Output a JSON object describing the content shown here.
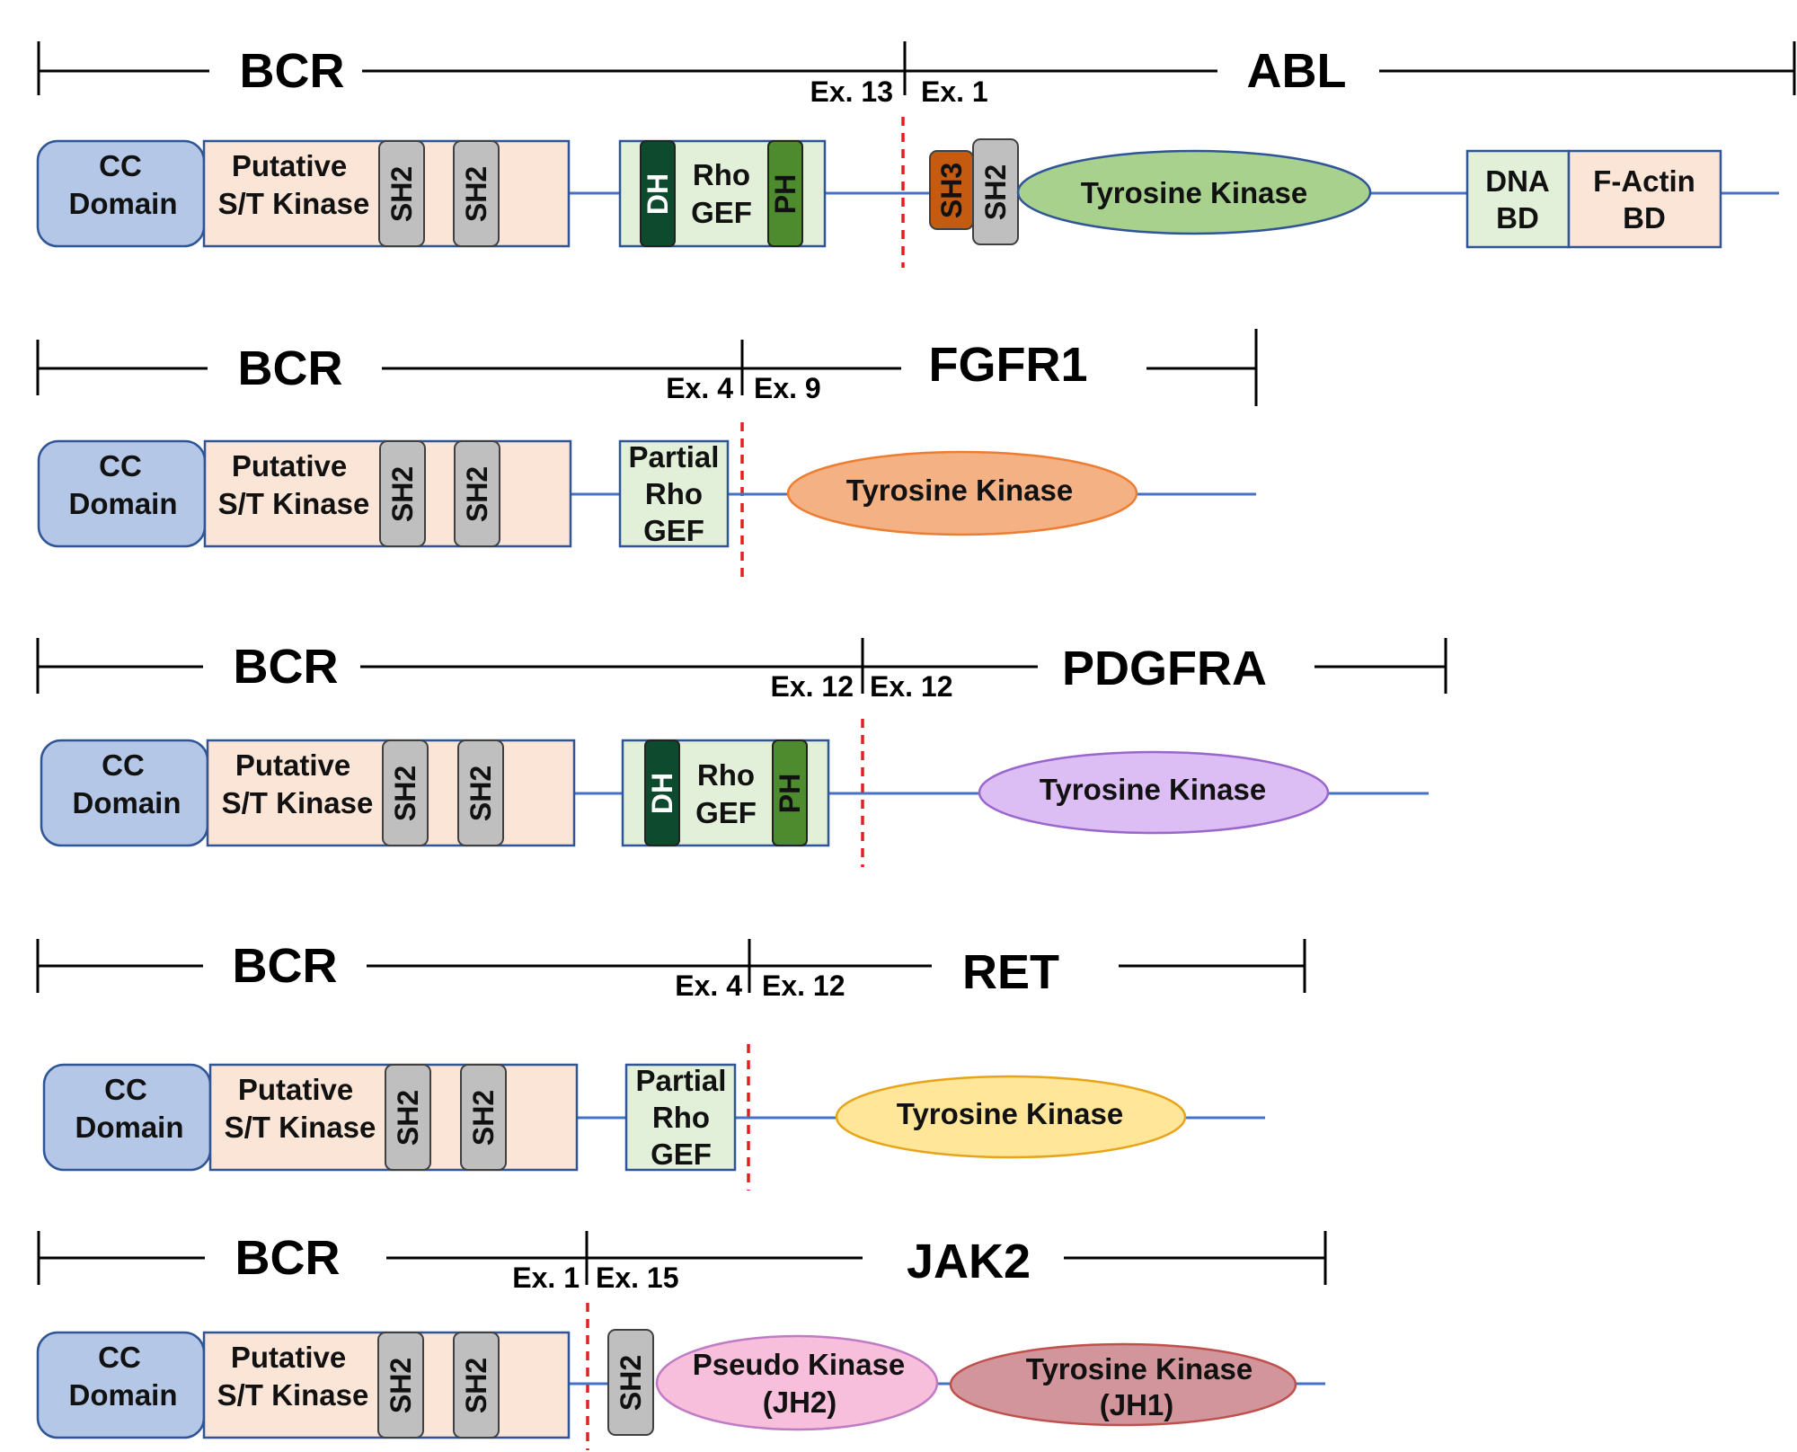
{
  "fusions": [
    {
      "bcr": "BCR",
      "partner": "ABL",
      "ex_left": "Ex. 13",
      "ex_right": "Ex. 1",
      "domains": {
        "cc": [
          "CC",
          "Domain"
        ],
        "kinase": [
          "Putative",
          "S/T Kinase"
        ],
        "sh2a": "SH2",
        "sh2b": "SH2",
        "dh": "DH",
        "rhogef": [
          "Rho",
          "GEF"
        ],
        "ph": "PH",
        "sh3": "SH3",
        "sh2c": "SH2",
        "tk": "Tyrosine Kinase",
        "dna": [
          "DNA",
          "BD"
        ],
        "actin": [
          "F-Actin",
          "BD"
        ]
      }
    },
    {
      "bcr": "BCR",
      "partner": "FGFR1",
      "ex_left": "Ex. 4",
      "ex_right": "Ex. 9",
      "domains": {
        "cc": [
          "CC",
          "Domain"
        ],
        "kinase": [
          "Putative",
          "S/T Kinase"
        ],
        "sh2a": "SH2",
        "sh2b": "SH2",
        "partial": [
          "Partial",
          "Rho",
          "GEF"
        ],
        "tk": "Tyrosine Kinase"
      }
    },
    {
      "bcr": "BCR",
      "partner": "PDGFRA",
      "ex_left": "Ex. 12",
      "ex_right": "Ex. 12",
      "domains": {
        "cc": [
          "CC",
          "Domain"
        ],
        "kinase": [
          "Putative",
          "S/T Kinase"
        ],
        "sh2a": "SH2",
        "sh2b": "SH2",
        "dh": "DH",
        "rhogef": [
          "Rho",
          "GEF"
        ],
        "ph": "PH",
        "tk": "Tyrosine Kinase"
      }
    },
    {
      "bcr": "BCR",
      "partner": "RET",
      "ex_left": "Ex. 4",
      "ex_right": "Ex. 12",
      "domains": {
        "cc": [
          "CC",
          "Domain"
        ],
        "kinase": [
          "Putative",
          "S/T Kinase"
        ],
        "sh2a": "SH2",
        "sh2b": "SH2",
        "partial": [
          "Partial",
          "Rho",
          "GEF"
        ],
        "tk": "Tyrosine Kinase"
      }
    },
    {
      "bcr": "BCR",
      "partner": "JAK2",
      "ex_left": "Ex. 1",
      "ex_right": "Ex. 15",
      "domains": {
        "cc": [
          "CC",
          "Domain"
        ],
        "kinase": [
          "Putative",
          "S/T Kinase"
        ],
        "sh2a": "SH2",
        "sh2b": "SH2",
        "sh2c": "SH2",
        "pseudo": [
          "Pseudo Kinase",
          "(JH2)"
        ],
        "tk": [
          "Tyrosine Kinase",
          "(JH1)"
        ]
      }
    }
  ],
  "colors": {
    "cc": "#b4c7e7",
    "kinase": "#fbe5d6",
    "sh2": "#bfbfbf",
    "rhogef": "#e2f0d9",
    "dh": "#0e4a2e",
    "ph": "#4e8a2e",
    "sh3": "#c55a11",
    "break": "#e02020",
    "connector": "#4472c4",
    "tk_abl": "#a9d18e",
    "tk_fgfr1": "#f4b183",
    "tk_pdgfra": "#dcbdf4",
    "tk_ret": "#ffe699",
    "pseudo_jak2": "#f7bfdc",
    "tk_jak2": "#d2959b"
  }
}
